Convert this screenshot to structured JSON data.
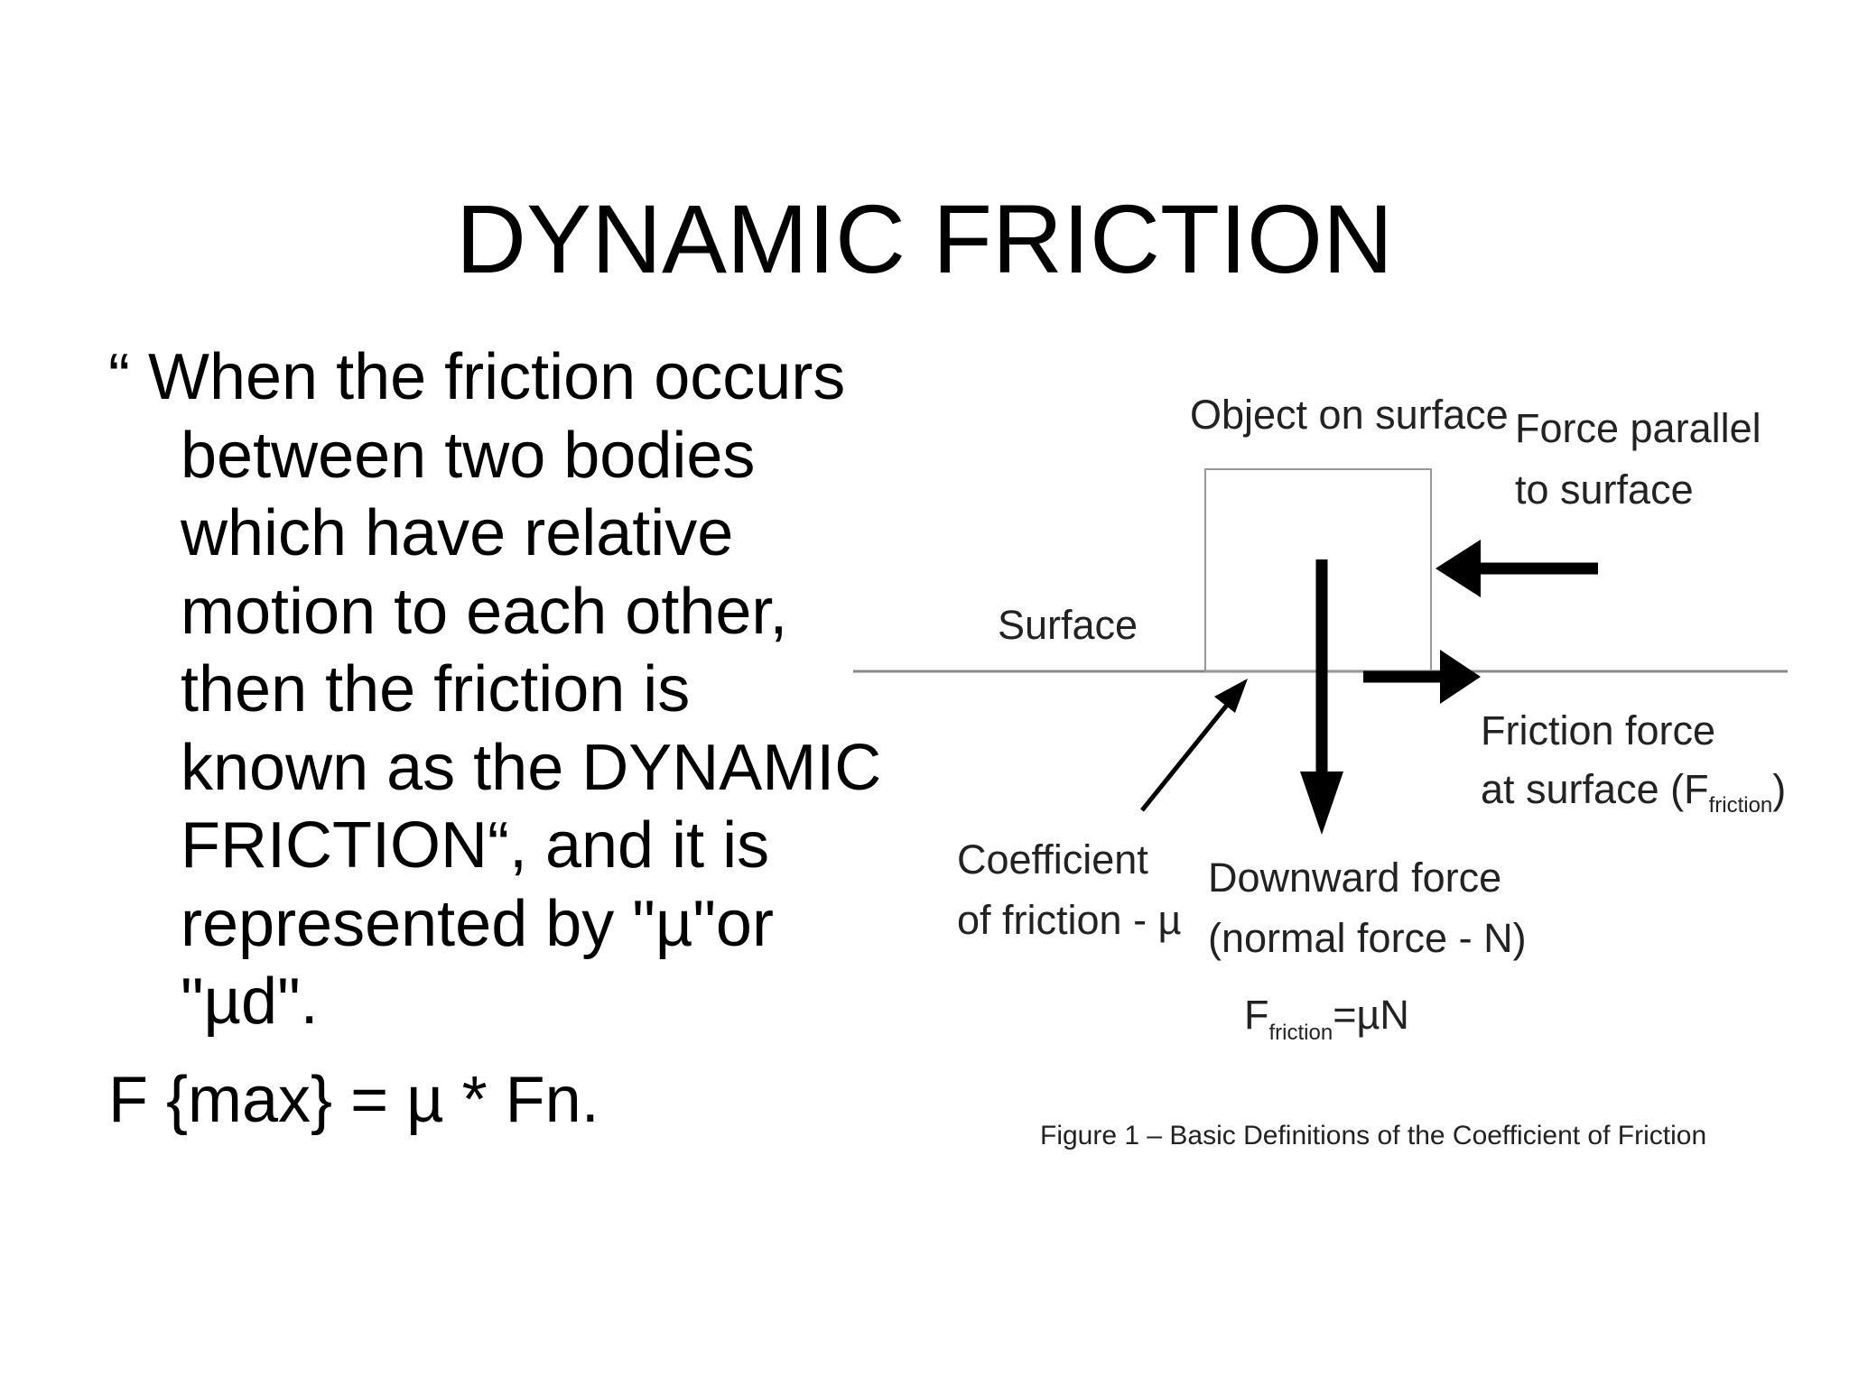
{
  "slide": {
    "title": "DYNAMIC FRICTION",
    "definition": "“ When the friction occurs between two bodies which have relative motion to each other, then the friction is known as the DYNAMIC FRICTION“, and it is represented by \"µ\"or \"µd\".",
    "formula": "F {max} = µ * Fn."
  },
  "figure": {
    "labels": {
      "object": "Object on surface",
      "force_parallel_1": "Force parallel",
      "force_parallel_2": "to surface",
      "surface": "Surface",
      "friction_force_1": "Friction force",
      "friction_force_2_prefix": "at surface (F",
      "friction_subscript": "friction",
      "friction_force_2_suffix": ")",
      "coefficient_1": "Coefficient",
      "coefficient_2": "of friction - µ",
      "downward_1": "Downward force",
      "downward_2": "(normal force - N)",
      "equation_prefix": "F",
      "equation_subscript": "friction",
      "equation_suffix": "=µN"
    },
    "caption": "Figure 1 – Basic Definitions of the Coefficient of Friction"
  },
  "colors": {
    "text": "#000000",
    "diagram_text": "#222222",
    "lines": "#000000",
    "surface_line": "#888888",
    "box": "#999999",
    "caption": "#555555"
  }
}
